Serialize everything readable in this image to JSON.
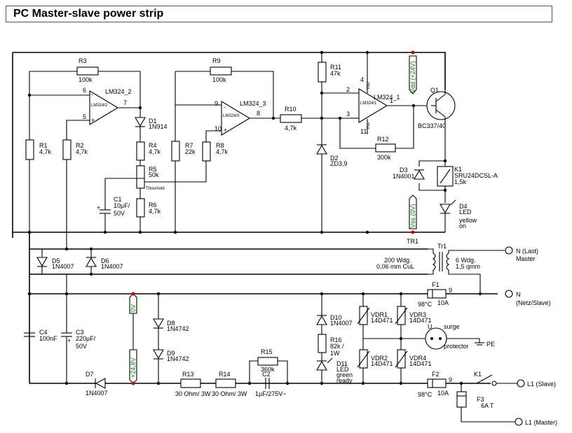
{
  "title": "PC Master-slave power strip",
  "op_amps": [
    "LM324_2",
    "LM324_3",
    "LM324_1"
  ],
  "op_amp_inner": [
    "LM324/2",
    "LM324/3",
    "LM324/1"
  ],
  "pins": {
    "u2_in_minus": "6",
    "u2_in_plus": "5",
    "u2_out": "7",
    "u3_in_minus": "9",
    "u3_in_plus": "10",
    "u3_out": "8",
    "u1_in_minus": "2",
    "u1_in_plus": "3",
    "u1_out": "1",
    "u1_vdd_pin": "4",
    "u1_vss_pin": "11",
    "vdd": "Vdd",
    "vss": "Vss",
    "plus": "+",
    "minus": "-"
  },
  "resistors": {
    "R1": [
      "R1",
      "4,7k"
    ],
    "R2": [
      "R2",
      "4,7k"
    ],
    "R3": [
      "R3",
      "100k"
    ],
    "R4": [
      "R4",
      "4,7k"
    ],
    "R5": [
      "R5",
      "50k",
      "Threshold"
    ],
    "R6": [
      "R6",
      "4,7k"
    ],
    "R7": [
      "R7",
      "22k"
    ],
    "R8": [
      "R8",
      "4,7k"
    ],
    "R9": [
      "R9",
      "100k"
    ],
    "R10": [
      "R10",
      "4,7k"
    ],
    "R11": [
      "R11",
      "47k"
    ],
    "R12": [
      "R12",
      "300k"
    ],
    "R13": [
      "R13",
      "30 Ohm/ 3W"
    ],
    "R14": [
      "R14",
      "30 Ohm/ 3W"
    ],
    "R15": [
      "R15",
      "360k"
    ],
    "R16": [
      "R16",
      "82k /",
      "1W"
    ]
  },
  "capacitors": {
    "C1": [
      "C1",
      "10µF/",
      "50V"
    ],
    "C2": [
      "C2",
      "1µF/275V~"
    ],
    "C3": [
      "C3",
      "220µF/",
      "50V"
    ],
    "C4": [
      "C4",
      "100nF"
    ]
  },
  "diodes": {
    "D1": [
      "D1",
      "1N914"
    ],
    "D2": [
      "D2",
      "ZD3,9"
    ],
    "D3": [
      "D3",
      "1N4001"
    ],
    "D4": [
      "D4",
      "LED",
      "yellow",
      "on"
    ],
    "D5": [
      "D5",
      "1N4007"
    ],
    "D6": [
      "D6",
      "1N4007"
    ],
    "D7": [
      "D7",
      "1N4007"
    ],
    "D8": [
      "D8",
      "1N4742"
    ],
    "D9": [
      "D9",
      "1N4742"
    ],
    "D10": [
      "D10",
      "1N4007"
    ],
    "D11": [
      "D11",
      "LED",
      "green",
      "ready"
    ]
  },
  "transistor": [
    "Q1",
    "BC337/40"
  ],
  "relay": [
    "K1",
    "SRU24DCSL-A",
    "1,5k"
  ],
  "relay_switch": "K1",
  "transformer": {
    "name": "Tr1",
    "primary": [
      "200 Wdg.",
      "0,06 mm CuL"
    ],
    "secondary": [
      "6 Wdg.",
      "1,5 qmm"
    ]
  },
  "tr1_ref": "TR1",
  "varistors": {
    "VDR1": [
      "VDR1",
      "14D471"
    ],
    "VDR2": [
      "VDR2",
      "14D471"
    ],
    "VDR3": [
      "VDR3",
      "14D471"
    ],
    "VDR4": [
      "VDR4",
      "14D471"
    ]
  },
  "fuses": {
    "F1": [
      "F1",
      "98°C",
      "10A"
    ],
    "F2": [
      "F2",
      "98°C",
      "10A"
    ],
    "F3": [
      "F3",
      "6A T"
    ]
  },
  "fuse_pins": [
    "9",
    "9"
  ],
  "surge_protector": {
    "label": "U",
    "lines": [
      "surge",
      "protector"
    ]
  },
  "terminals": {
    "n_last": [
      "N (Last)",
      "Master"
    ],
    "n_netz": [
      "N",
      "(Netz/Slave)"
    ],
    "pe": "PE",
    "l1_slave": "L1 (Slave)",
    "l1_master": "L1 (Master)"
  },
  "rails": {
    "vdd": "Vdd (+24V)",
    "vss": "Vss (0V)",
    "zero": "0V",
    "plus24": "+24,8V"
  }
}
